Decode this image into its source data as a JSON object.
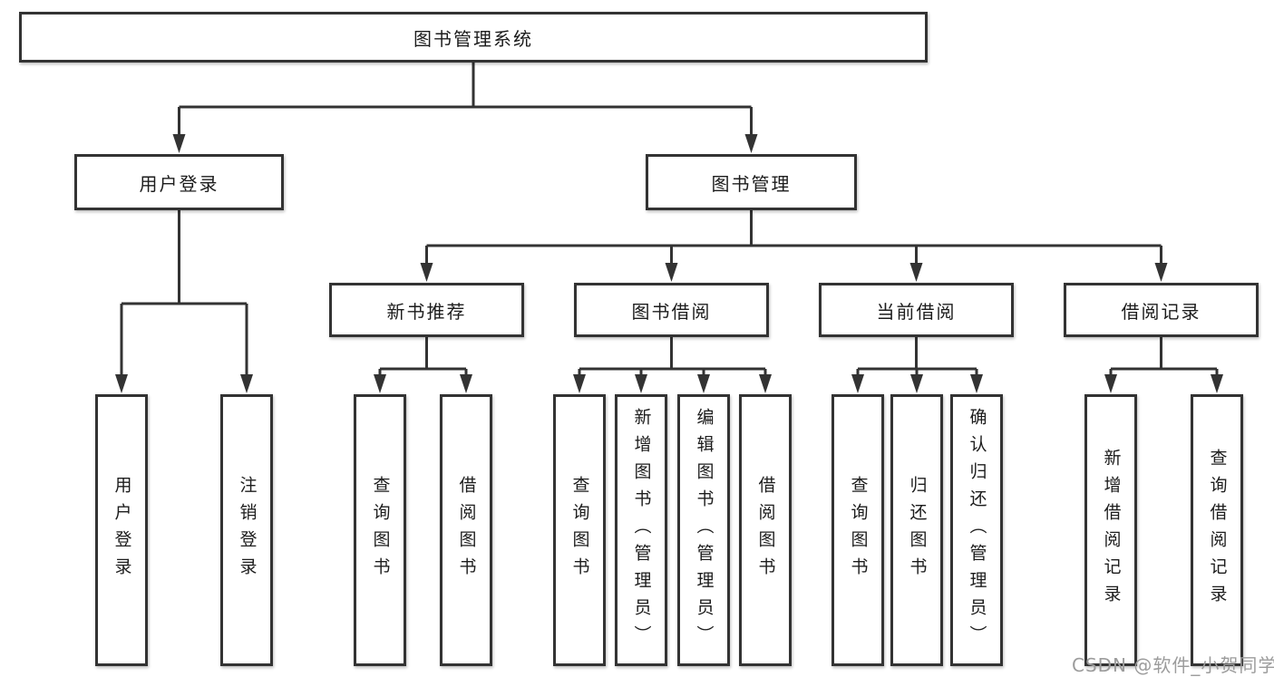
{
  "root": {
    "label": "图书管理系统"
  },
  "branches": [
    {
      "label": "用户登录",
      "children": [
        {
          "label": "用户登录"
        },
        {
          "label": "注销登录"
        }
      ]
    },
    {
      "label": "图书管理",
      "children": [
        {
          "label": "新书推荐",
          "children": [
            {
              "label": "查询图书"
            },
            {
              "label": "借阅图书"
            }
          ]
        },
        {
          "label": "图书借阅",
          "children": [
            {
              "label": "查询图书"
            },
            {
              "label": "新增图书（管理员）"
            },
            {
              "label": "编辑图书（管理员）"
            },
            {
              "label": "借阅图书"
            }
          ]
        },
        {
          "label": "当前借阅",
          "children": [
            {
              "label": "查询图书"
            },
            {
              "label": "归还图书"
            },
            {
              "label": "确认归还（管理员）"
            }
          ]
        },
        {
          "label": "借阅记录",
          "children": [
            {
              "label": "新增借阅记录"
            },
            {
              "label": "查询借阅记录"
            }
          ]
        }
      ]
    }
  ],
  "watermark": {
    "text": "CSDN @软件_小贺同学"
  },
  "colors": {
    "line": "#333333",
    "border": "#333333",
    "text": "#1c1c1c",
    "watermark": "#9c9c9c",
    "background": "#ffffff"
  }
}
